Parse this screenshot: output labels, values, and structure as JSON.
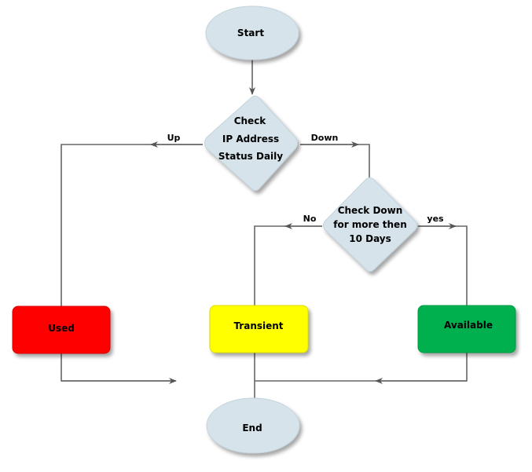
{
  "diagram": {
    "type": "flowchart",
    "colors": {
      "terminator_fill": "#d6e3ea",
      "decision_fill": "#d6e3ea",
      "used_fill": "#ff0000",
      "transient_fill": "#ffff00",
      "available_fill": "#00b050",
      "connector": "#666666"
    },
    "nodes": {
      "start": {
        "label": "Start"
      },
      "check_ip": {
        "lines": [
          "Check",
          "IP Address",
          "Status Daily"
        ]
      },
      "check_down": {
        "lines": [
          "Check Down",
          "for more then",
          "10 Days"
        ]
      },
      "used": {
        "label": "Used"
      },
      "transient": {
        "label": "Transient"
      },
      "available": {
        "label": "Available"
      },
      "end": {
        "label": "End"
      }
    },
    "edge_labels": {
      "up": "Up",
      "down": "Down",
      "no": "No",
      "yes": "yes"
    }
  }
}
